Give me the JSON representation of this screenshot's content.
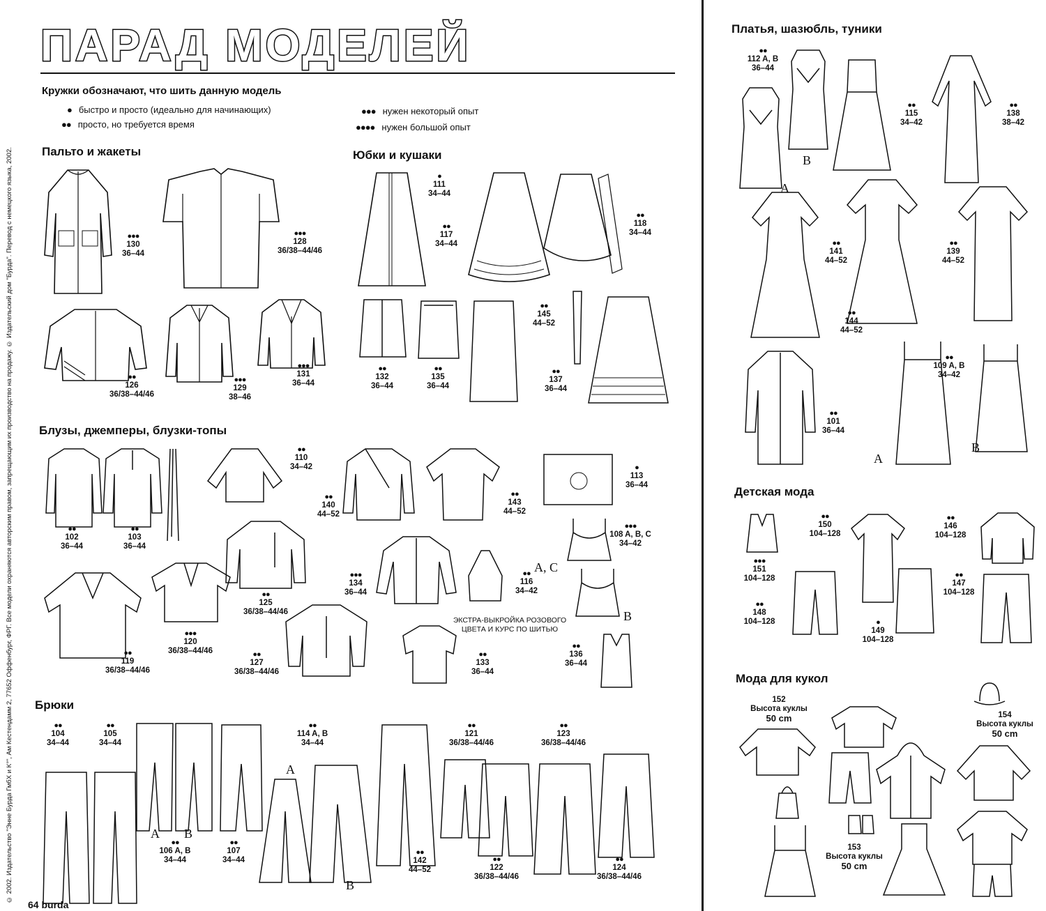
{
  "left": {
    "title": "ПАРАД МОДЕЛЕЙ",
    "copyright": "© 2002. Издательство \"Энне Бурда ГмбХ и К°\", Ам Кестендамм 2, 77652 Оффенбург, ФРГ. Все модели охраняются авторским правом, запрещающим их производство на продажу. © Издательский дом \"Бурда\". Перевод с немецкого языка, 2002.",
    "legend": {
      "heading": "Кружки обозначают, что шить данную модель",
      "items": [
        {
          "dots": "●",
          "text": "быстро и просто (идеально для начинающих)"
        },
        {
          "dots": "●●",
          "text": "просто, но требуется время"
        },
        {
          "dots": "●●●",
          "text": "нужен некоторый опыт"
        },
        {
          "dots": "●●●●",
          "text": "нужен большой опыт"
        }
      ]
    },
    "sections": {
      "coats": "Пальто и жакеты",
      "skirts": "Юбки и кушаки",
      "blouses": "Блузы, джемперы, блузки-топы",
      "trousers": "Брюки"
    },
    "labels": [
      {
        "dots": "●●●",
        "num": "130",
        "size": "36–44"
      },
      {
        "dots": "●●●",
        "num": "128",
        "size": "36/38–44/46"
      },
      {
        "dots": "●●",
        "num": "126",
        "size": "36/38–44/46"
      },
      {
        "dots": "●●●",
        "num": "129",
        "size": "38–46"
      },
      {
        "dots": "●●●",
        "num": "131",
        "size": "36–44"
      },
      {
        "dots": "●",
        "num": "111",
        "size": "34–44"
      },
      {
        "dots": "●●",
        "num": "117",
        "size": "34–44"
      },
      {
        "dots": "●●",
        "num": "118",
        "size": "34–44"
      },
      {
        "dots": "●●",
        "num": "145",
        "size": "44–52"
      },
      {
        "dots": "●●",
        "num": "132",
        "size": "36–44"
      },
      {
        "dots": "●●",
        "num": "135",
        "size": "36–44"
      },
      {
        "dots": "●●",
        "num": "137",
        "size": "36–44"
      },
      {
        "dots": "●●",
        "num": "110",
        "size": "34–42"
      },
      {
        "dots": "●●",
        "num": "102",
        "size": "36–44"
      },
      {
        "dots": "●●",
        "num": "103",
        "size": "36–44"
      },
      {
        "dots": "●●",
        "num": "140",
        "size": "44–52"
      },
      {
        "dots": "●●",
        "num": "143",
        "size": "44–52"
      },
      {
        "dots": "●",
        "num": "113",
        "size": "36–44"
      },
      {
        "dots": "●●●",
        "num": "108 A, B, C",
        "size": "34–42"
      },
      {
        "dots": "●●",
        "num": "125",
        "size": "36/38–44/46"
      },
      {
        "dots": "●●●",
        "num": "134",
        "size": "36–44"
      },
      {
        "dots": "●●",
        "num": "116",
        "size": "34–42"
      },
      {
        "dots": "●●",
        "num": "119",
        "size": "36/38–44/46"
      },
      {
        "dots": "●●●",
        "num": "120",
        "size": "36/38–44/46"
      },
      {
        "dots": "●●",
        "num": "127",
        "size": "36/38–44/46"
      },
      {
        "dots": "●●",
        "num": "133",
        "size": "36–44"
      },
      {
        "dots": "●●",
        "num": "136",
        "size": "36–44"
      },
      {
        "dots": "●●",
        "num": "104",
        "size": "34–44"
      },
      {
        "dots": "●●",
        "num": "105",
        "size": "34–44"
      },
      {
        "dots": "●●",
        "num": "114 A, B",
        "size": "34–44"
      },
      {
        "dots": "●●",
        "num": "121",
        "size": "36/38–44/46"
      },
      {
        "dots": "●●",
        "num": "123",
        "size": "36/38–44/46"
      },
      {
        "dots": "●●",
        "num": "106 A, B",
        "size": "34–44"
      },
      {
        "dots": "●●",
        "num": "107",
        "size": "34–44"
      },
      {
        "dots": "●●",
        "num": "142",
        "size": "44–52"
      },
      {
        "dots": "●●",
        "num": "122",
        "size": "36/38–44/46"
      },
      {
        "dots": "●●",
        "num": "124",
        "size": "36/38–44/46"
      }
    ],
    "note": "ЭКСТРА-ВЫКРОЙКА РОЗОВОГО ЦВЕТА И КУРС ПО ШИТЬЮ",
    "letters": [
      "A, C",
      "B",
      "A",
      "B",
      "A",
      "B"
    ],
    "footer": "64  burda"
  },
  "right": {
    "sections": {
      "dresses": "Платья, шазюбль, туники",
      "kids": "Детская мода",
      "dolls": "Мода для кукол"
    },
    "labels": [
      {
        "dots": "●●",
        "num": "112 A, B",
        "size": "36–44"
      },
      {
        "dots": "●●",
        "num": "115",
        "size": "34–42"
      },
      {
        "dots": "●●",
        "num": "138",
        "size": "38–42"
      },
      {
        "dots": "●●",
        "num": "141",
        "size": "44–52"
      },
      {
        "dots": "●●",
        "num": "139",
        "size": "44–52"
      },
      {
        "dots": "●●",
        "num": "144",
        "size": "44–52"
      },
      {
        "dots": "●●",
        "num": "101",
        "size": "36–44"
      },
      {
        "dots": "●●",
        "num": "109 A, B",
        "size": "34–42"
      },
      {
        "dots": "●●",
        "num": "150",
        "size": "104–128"
      },
      {
        "dots": "●●",
        "num": "146",
        "size": "104–128"
      },
      {
        "dots": "●●●",
        "num": "151",
        "size": "104–128"
      },
      {
        "dots": "●●",
        "num": "147",
        "size": "104–128"
      },
      {
        "dots": "●●",
        "num": "148",
        "size": "104–128"
      },
      {
        "dots": "●",
        "num": "149",
        "size": "104–128"
      }
    ],
    "doll_labels": [
      {
        "num": "152",
        "text": "Высота куклы",
        "size": "50 cm"
      },
      {
        "num": "154",
        "text": "Высота куклы",
        "size": "50 cm"
      },
      {
        "num": "153",
        "text": "Высота куклы",
        "size": "50 cm"
      }
    ],
    "letters": [
      "B",
      "A",
      "A",
      "B"
    ]
  }
}
